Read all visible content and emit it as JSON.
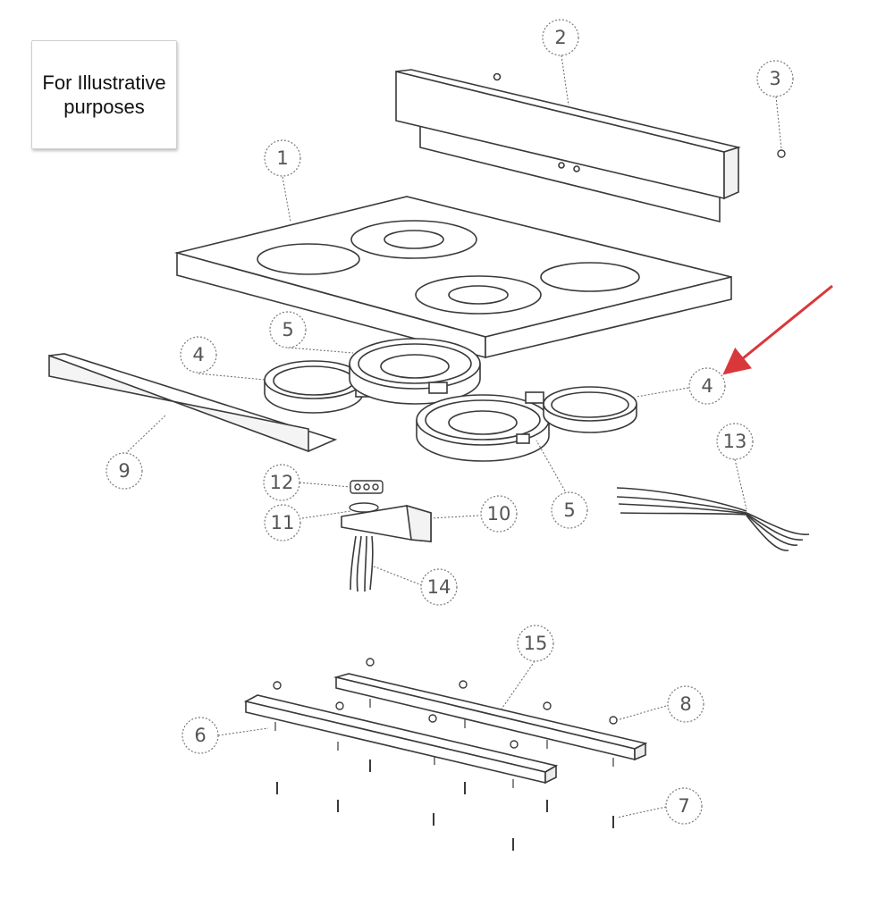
{
  "notice": {
    "text": "For Illustrative purposes"
  },
  "colors": {
    "line": "#3a3a3a",
    "callout": "#666666",
    "arrow": "#d9383a",
    "fill": "#ffffff"
  },
  "callouts": [
    {
      "id": "c1",
      "label": "1"
    },
    {
      "id": "c2",
      "label": "2"
    },
    {
      "id": "c3",
      "label": "3"
    },
    {
      "id": "c4a",
      "label": "4"
    },
    {
      "id": "c4b",
      "label": "4"
    },
    {
      "id": "c5a",
      "label": "5"
    },
    {
      "id": "c5b",
      "label": "5"
    },
    {
      "id": "c6",
      "label": "6"
    },
    {
      "id": "c7",
      "label": "7"
    },
    {
      "id": "c8",
      "label": "8"
    },
    {
      "id": "c9",
      "label": "9"
    },
    {
      "id": "c10",
      "label": "10"
    },
    {
      "id": "c11",
      "label": "11"
    },
    {
      "id": "c12",
      "label": "12"
    },
    {
      "id": "c13",
      "label": "13"
    },
    {
      "id": "c14",
      "label": "14"
    },
    {
      "id": "c15",
      "label": "15"
    }
  ]
}
